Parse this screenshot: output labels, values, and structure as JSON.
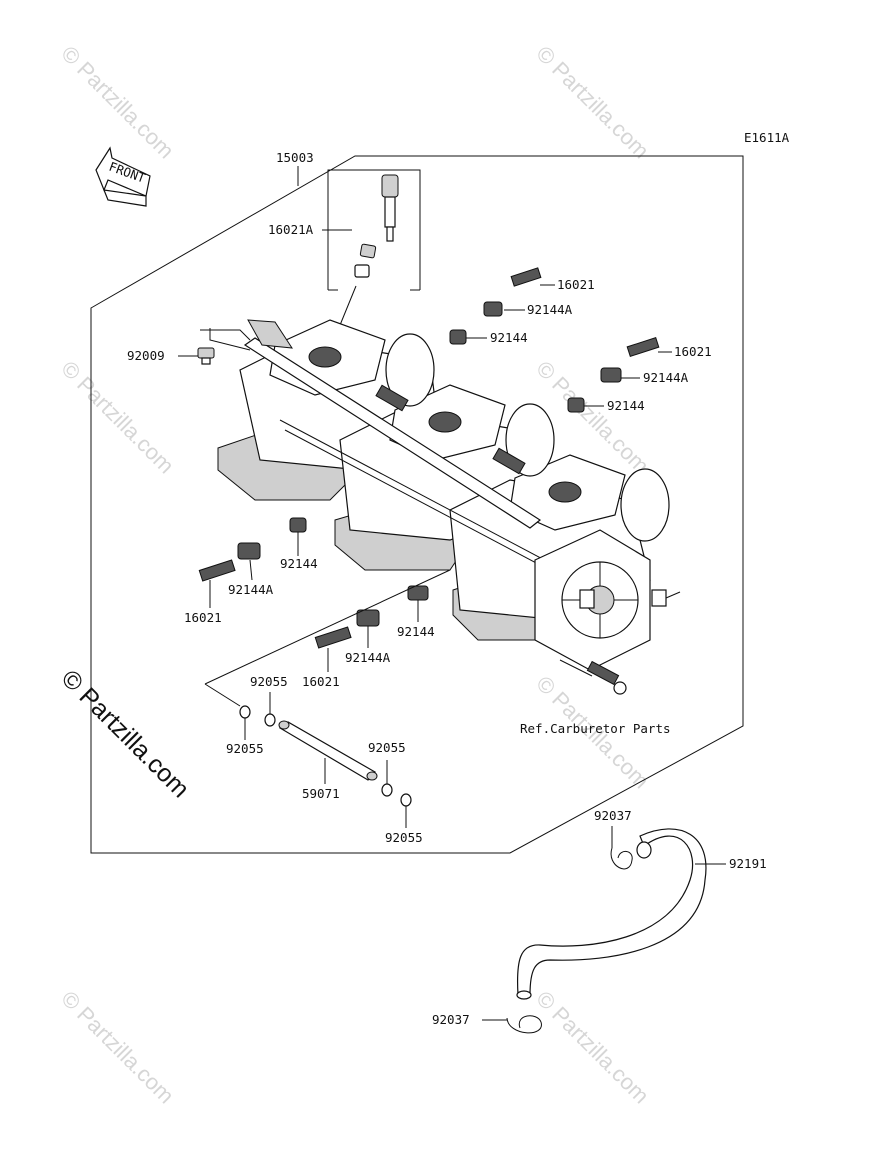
{
  "diagram_code": "E1611A",
  "front_label": "FRONT",
  "watermark_text": "© Partzilla.com",
  "ref_note": "Ref.Carburetor Parts",
  "callouts": [
    {
      "id": "c-15003",
      "text": "15003"
    },
    {
      "id": "c-16021A",
      "text": "16021A"
    },
    {
      "id": "c-92009",
      "text": "92009"
    },
    {
      "id": "c-16021-a",
      "text": "16021"
    },
    {
      "id": "c-92144A-a",
      "text": "92144A"
    },
    {
      "id": "c-92144-a",
      "text": "92144"
    },
    {
      "id": "c-16021-b",
      "text": "16021"
    },
    {
      "id": "c-92144A-b",
      "text": "92144A"
    },
    {
      "id": "c-92144-b",
      "text": "92144"
    },
    {
      "id": "c-92144-c",
      "text": "92144"
    },
    {
      "id": "c-92144A-c",
      "text": "92144A"
    },
    {
      "id": "c-16021-c",
      "text": "16021"
    },
    {
      "id": "c-92144-d",
      "text": "92144"
    },
    {
      "id": "c-92144A-d",
      "text": "92144A"
    },
    {
      "id": "c-16021-d",
      "text": "16021"
    },
    {
      "id": "c-92055-a",
      "text": "92055"
    },
    {
      "id": "c-92055-b",
      "text": "92055"
    },
    {
      "id": "c-92055-c",
      "text": "92055"
    },
    {
      "id": "c-92055-d",
      "text": "92055"
    },
    {
      "id": "c-59071",
      "text": "59071"
    },
    {
      "id": "c-92037-a",
      "text": "92037"
    },
    {
      "id": "c-92191",
      "text": "92191"
    },
    {
      "id": "c-92037-b",
      "text": "92037"
    }
  ],
  "colors": {
    "line": "#111111",
    "watermark": "#d6d6d6",
    "background": "#ffffff"
  }
}
